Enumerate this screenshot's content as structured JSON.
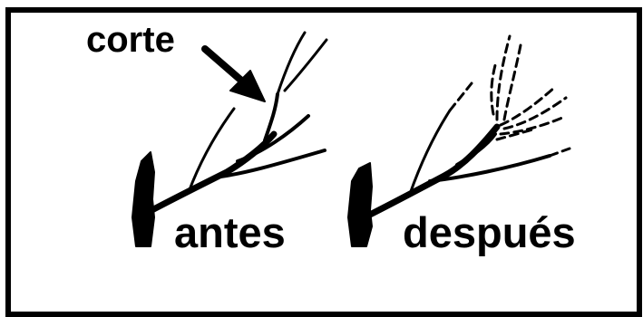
{
  "labels": {
    "cut": "corte",
    "before": "antes",
    "after": "después"
  },
  "colors": {
    "ink": "#000000",
    "background": "#ffffff"
  }
}
